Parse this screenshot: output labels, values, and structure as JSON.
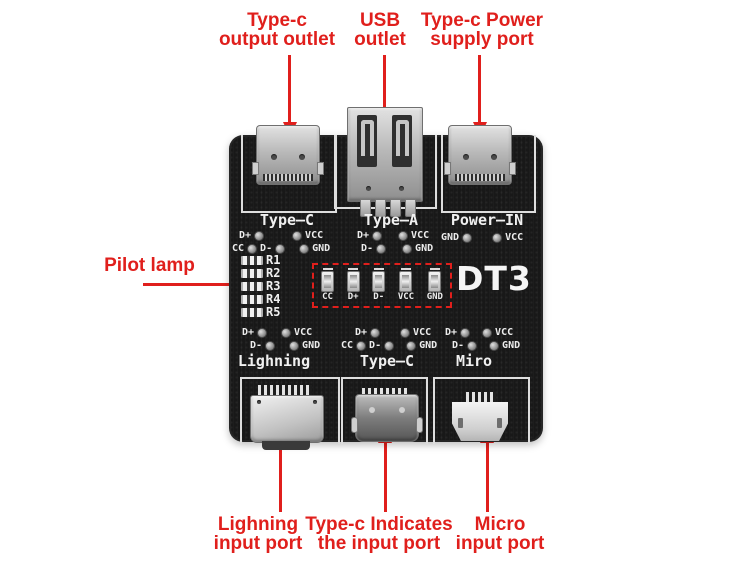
{
  "colors": {
    "annotation_red": "#e01f1c",
    "board_black": "#181818",
    "silkscreen_white": "#f0f0f0",
    "connector_metal": "#c9c9c9",
    "led_box_dashed": "#e01f1c",
    "background": "#ffffff"
  },
  "annotations": {
    "top": [
      {
        "line1": "Type-c",
        "line2": "output outlet"
      },
      {
        "line1": "USB",
        "line2": "outlet"
      },
      {
        "line1": "Type-c Power",
        "line2": "supply port"
      }
    ],
    "left": {
      "label": "Pilot lamp"
    },
    "bottom": [
      {
        "line1": "Lighning",
        "line2": "input port"
      },
      {
        "line1": "Type-c Indicates",
        "line2": "the input port"
      },
      {
        "line1": "Micro",
        "line2": "input port"
      }
    ]
  },
  "board": {
    "model": "DT3",
    "top_ports": [
      {
        "name": "Type–C",
        "row1": {
          "l": "D+",
          "r": "VCC"
        },
        "row2": {
          "pre": "CC",
          "l": "D-",
          "r": "GND"
        }
      },
      {
        "name": "Type–A",
        "row1": {
          "l": "D+",
          "r": "VCC"
        },
        "row2": {
          "l": "D-",
          "r": "GND"
        }
      },
      {
        "name": "Power–IN",
        "row1": {
          "l": "GND",
          "r": "VCC"
        }
      }
    ],
    "resistors": [
      "R1",
      "R2",
      "R3",
      "R4",
      "R5"
    ],
    "pilot_leds": [
      "CC",
      "D+",
      "D-",
      "VCC",
      "GND"
    ],
    "bottom_ports": [
      {
        "name": "Lighning",
        "row1": {
          "l": "D+",
          "r": "VCC"
        },
        "row2": {
          "l": "D-",
          "r": "GND"
        }
      },
      {
        "name": "Type–C",
        "row1": {
          "l": "D+",
          "r": "VCC"
        },
        "row2": {
          "pre": "CC",
          "l": "D-",
          "r": "GND"
        }
      },
      {
        "name": "Miro",
        "row1": {
          "l": "D+",
          "r": "VCC"
        },
        "row2": {
          "l": "D-",
          "r": "GND"
        }
      }
    ]
  }
}
